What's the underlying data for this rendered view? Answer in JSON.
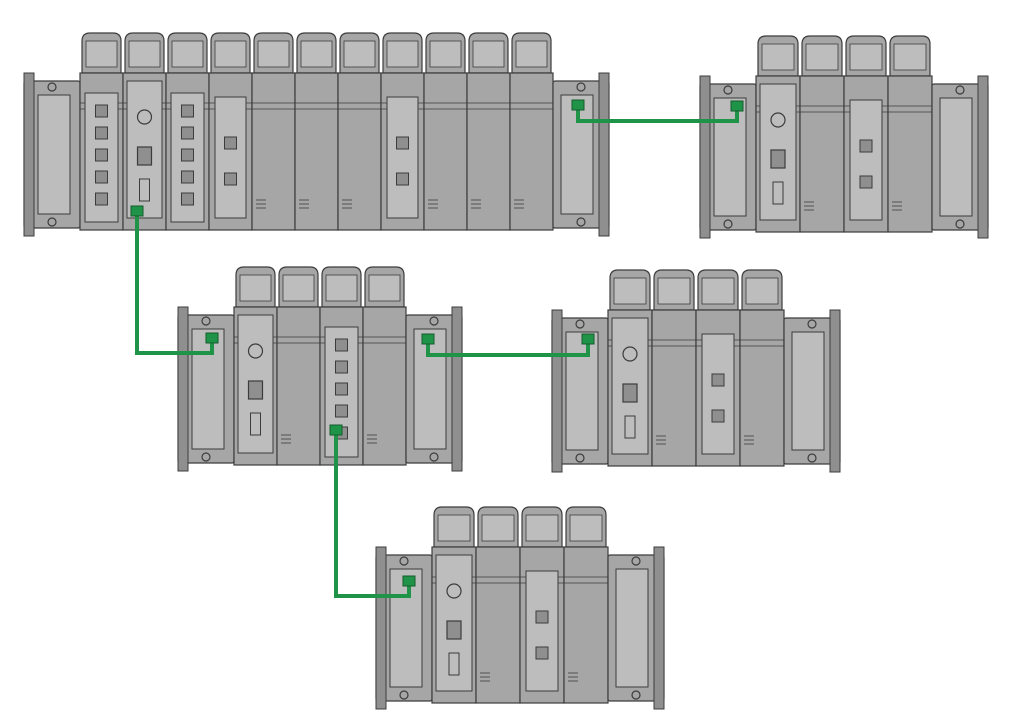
{
  "colors": {
    "background": "#ffffff",
    "module_body": "#a6a6a6",
    "module_dark": "#8f8f8f",
    "module_light": "#bdbdbd",
    "outline": "#3c3c3c",
    "network_cable": "#1f9448"
  },
  "racks": [
    {
      "id": "rack-main",
      "role": "main",
      "slots": 11,
      "modules": [
        "bus-module",
        "cpu",
        "ethernet-module",
        "comm-module",
        "blank",
        "blank",
        "blank",
        "io-module",
        "blank",
        "blank",
        "blank"
      ]
    },
    {
      "id": "rack-top-right",
      "role": "remote",
      "slots": 4,
      "modules": [
        "adapter",
        "blank",
        "io-module",
        "blank"
      ]
    },
    {
      "id": "rack-middle-left",
      "role": "remote",
      "slots": 4,
      "modules": [
        "adapter",
        "blank",
        "switch-module",
        "blank"
      ]
    },
    {
      "id": "rack-middle-right",
      "role": "remote",
      "slots": 4,
      "modules": [
        "adapter",
        "blank",
        "io-module",
        "blank"
      ]
    },
    {
      "id": "rack-bottom",
      "role": "remote",
      "slots": 4,
      "modules": [
        "adapter",
        "blank",
        "io-module",
        "blank"
      ]
    }
  ],
  "connections": [
    {
      "id": "link-main-to-top-right",
      "from": "rack-main",
      "to": "rack-top-right"
    },
    {
      "id": "link-main-to-middle-left",
      "from": "rack-main",
      "to": "rack-middle-left"
    },
    {
      "id": "link-middle-left-to-middle-right",
      "from": "rack-middle-left",
      "to": "rack-middle-right"
    },
    {
      "id": "link-middle-left-to-bottom",
      "from": "rack-middle-left",
      "to": "rack-bottom"
    }
  ]
}
